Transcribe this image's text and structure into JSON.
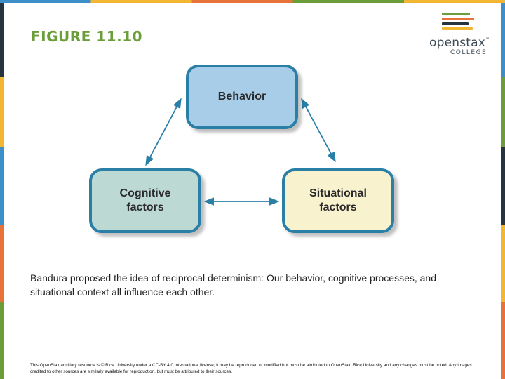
{
  "figure_title": "FIGURE 11.10",
  "logo": {
    "wordmark": "openstax",
    "trademark": "™",
    "subtext": "COLLEGE"
  },
  "diagram": {
    "nodes": {
      "behavior": {
        "label": "Behavior",
        "fill": "#a7cde9"
      },
      "cognitive": {
        "label": "Cognitive\nfactors",
        "fill": "#bcd9d4"
      },
      "situational": {
        "label": "Situational\nfactors",
        "fill": "#f9f2cf"
      }
    },
    "border_color": "#2a7fa6",
    "arrow_color": "#2a7fa6"
  },
  "caption": "Bandura proposed the idea of reciprocal determinism: Our behavior, cognitive processes, and situational context all influence each other.",
  "footer": "This OpenStax ancillary resource is © Rice University under a CC-BY 4.0 International license; it may be reproduced or modified but must be attributed to OpenStax, Rice University and any changes must be noted. Any images credited to other sources are similarly available for reproduction, but must be attributed to their sources.",
  "accent_colors": [
    "#f2b632",
    "#e8733a",
    "#6b9e3a",
    "#3c8fc9",
    "#25343f"
  ]
}
